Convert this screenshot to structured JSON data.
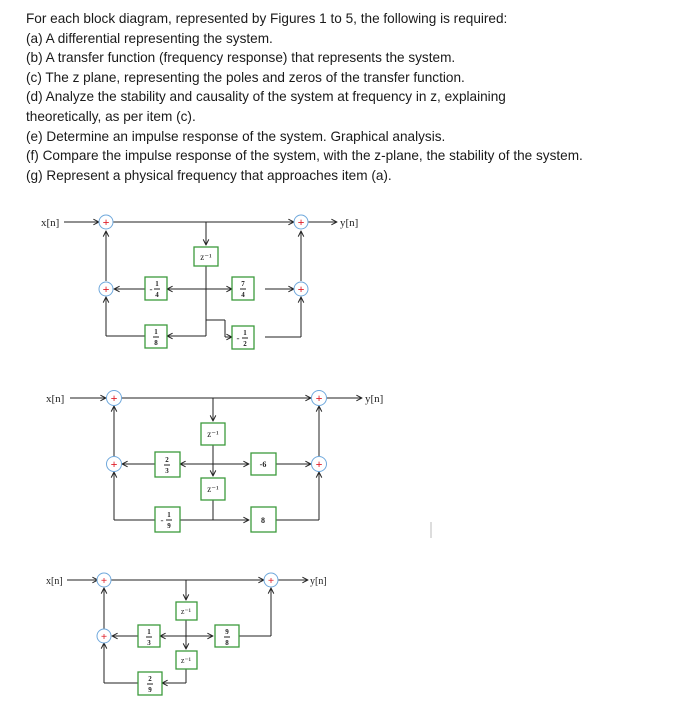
{
  "question": {
    "intro": "For each block diagram, represented by Figures 1 to 5, the following is required:",
    "items": [
      "(a) A differential representing the system.",
      "(b) A transfer function (frequency response) that represents the system.",
      "(c) The z plane, representing the poles and zeros of the transfer function.",
      "(d) Analyze the stability and causality of the system at frequency in z, explaining",
      "theoretically, as per item (c).",
      "(e) Determine an impulse response of the system. Graphical analysis.",
      "(f) Compare the impulse response of the system, with the z-plane, the stability of the system.",
      "(g) Represent a physical frequency that approaches item (a)."
    ]
  },
  "diagrams": {
    "input_label": "x[n]",
    "output_label": "y[n]",
    "adder_symbol": "+",
    "figure1": {
      "delay": "z⁻¹",
      "left_top": [
        "1",
        "4"
      ],
      "left_top_sign": "-",
      "left_bottom": [
        "1",
        "8"
      ],
      "left_bottom_sign": "",
      "right_top": [
        "7",
        "4"
      ],
      "right_top_sign": "",
      "right_bottom": [
        "1",
        "2"
      ],
      "right_bottom_sign": "-"
    },
    "figure2": {
      "delay1": "z⁻¹",
      "delay2": "z⁻¹",
      "left_top": [
        "2",
        "3"
      ],
      "left_bottom": [
        "1",
        "9"
      ],
      "left_bottom_sign": "-",
      "right_top": "-6",
      "right_bottom": "8"
    },
    "figure3": {
      "delay1": "z⁻¹",
      "delay2": "z⁻¹",
      "left_top": [
        "1",
        "3"
      ],
      "left_bottom": [
        "2",
        "9"
      ],
      "right_top": [
        "9",
        "8"
      ]
    }
  }
}
